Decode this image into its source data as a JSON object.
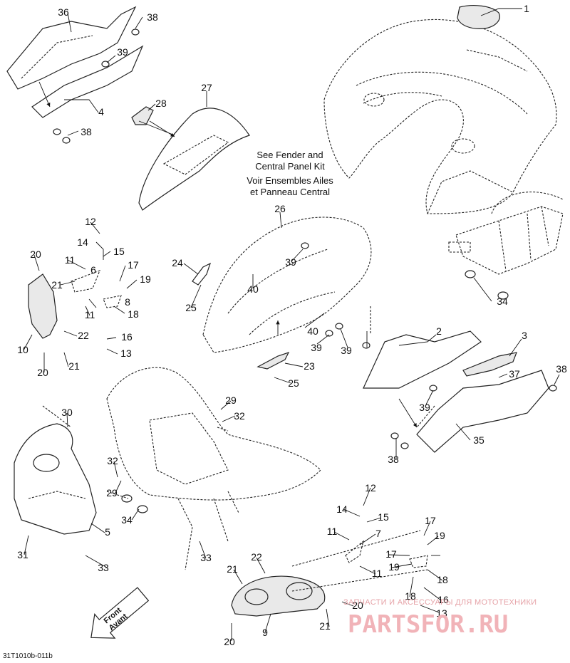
{
  "diagram": {
    "code": "31T1010b-011b",
    "note_lines": [
      "See Fender and",
      "Central Panel Kit",
      "Voir Ensembles Ailes",
      "et Panneau Central"
    ],
    "front_label": [
      "Front",
      "Avant"
    ],
    "watermark_small": "ЗАПЧАСТИ И АКСЕССУАРЫ ДЛЯ МОТОТЕХНИКИ",
    "watermark_big": "PARTSFOR.RU",
    "callouts": [
      "1",
      "2",
      "3",
      "4",
      "5",
      "6",
      "7",
      "8",
      "9",
      "10",
      "11",
      "11",
      "11",
      "11",
      "12",
      "12",
      "13",
      "13",
      "14",
      "14",
      "15",
      "15",
      "16",
      "16",
      "17",
      "17",
      "17",
      "18",
      "18",
      "18",
      "19",
      "19",
      "19",
      "20",
      "20",
      "20",
      "20",
      "21",
      "21",
      "21",
      "21",
      "22",
      "22",
      "23",
      "24",
      "25",
      "25",
      "26",
      "27",
      "28",
      "29",
      "29",
      "30",
      "31",
      "32",
      "32",
      "33",
      "33",
      "34",
      "34",
      "35",
      "36",
      "37",
      "38",
      "38",
      "38",
      "38",
      "39",
      "39",
      "39",
      "39",
      "39",
      "40",
      "40"
    ]
  }
}
